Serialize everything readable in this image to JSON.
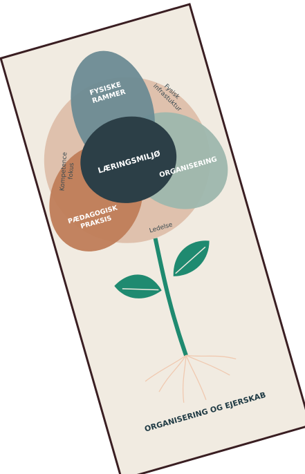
{
  "circles": {
    "top": "FYSISKE RAMMER",
    "center": "LÆRINGSMILJØ",
    "right": "ORGANISERING",
    "left": "PÆDAGOGISK PRAKSIS"
  },
  "ring_labels": {
    "left": "Kompetence fokus",
    "right": "Fysisk infrastuktur",
    "bottom": "Ledelse"
  },
  "base_label": "ORGANISERING OG EJERSKAB",
  "colors": {
    "poster_bg": "#f1ebe1",
    "frame": "#3a1e22",
    "top_circle": "#6b8b93",
    "center_circle": "#2c3f47",
    "right_circle": "#9db7ad",
    "left_circle": "#bf7d58",
    "back_ring": "#dfc1ad",
    "stem": "#1f8a70",
    "roots": "#f0c9b0"
  }
}
